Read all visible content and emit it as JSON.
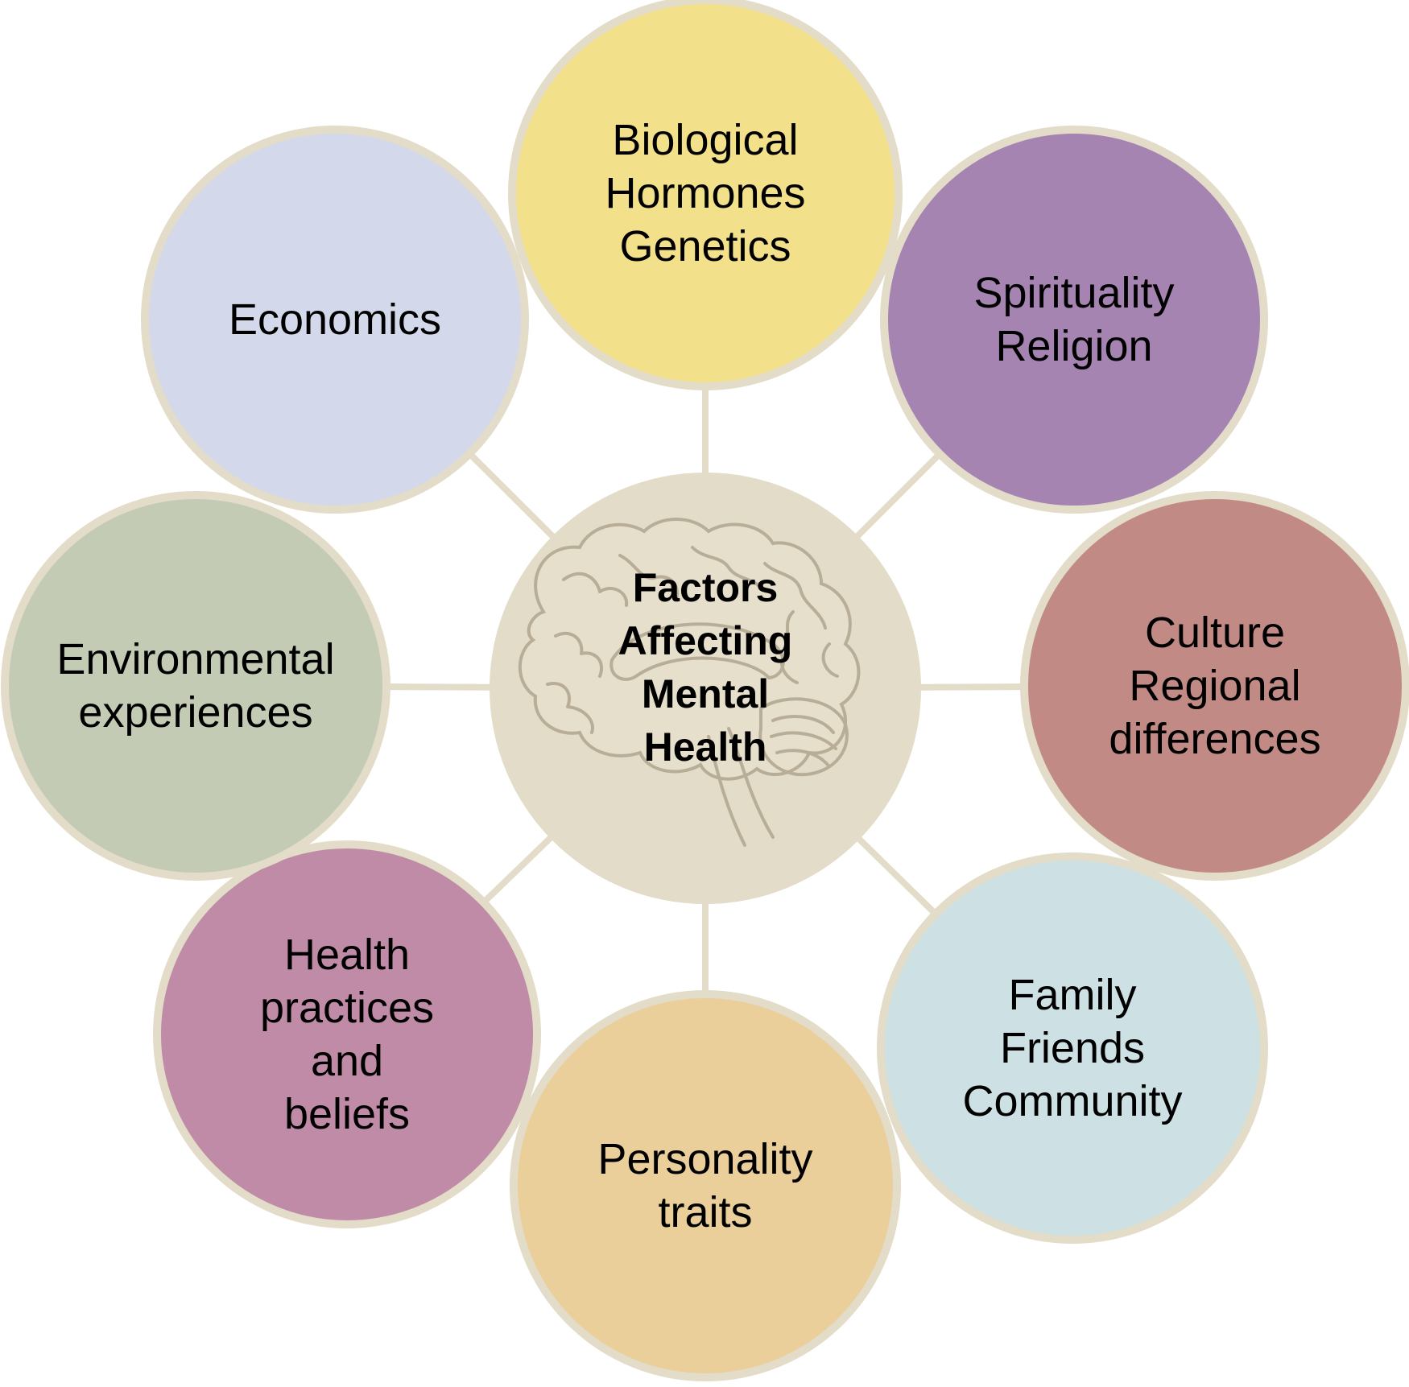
{
  "center": {
    "lines": [
      "Factors",
      "Affecting",
      "Mental",
      "Health"
    ],
    "icon": "brain-icon",
    "color": "#e2dcc8"
  },
  "nodes": [
    {
      "id": "biological",
      "lines": [
        "Biological",
        "Hormones",
        "Genetics"
      ],
      "color": "#f2e08a"
    },
    {
      "id": "spirituality",
      "lines": [
        "Spirituality",
        "Religion"
      ],
      "color": "#a584b2"
    },
    {
      "id": "culture",
      "lines": [
        "Culture",
        "Regional",
        "differences"
      ],
      "color": "#c18a84"
    },
    {
      "id": "family",
      "lines": [
        "Family",
        "Friends",
        "Community"
      ],
      "color": "#cde0e3"
    },
    {
      "id": "personality",
      "lines": [
        "Personality",
        "traits"
      ],
      "color": "#ebcf9b"
    },
    {
      "id": "health-practices",
      "lines": [
        "Health",
        "practices",
        "and",
        "beliefs"
      ],
      "color": "#bf8ba6"
    },
    {
      "id": "environmental",
      "lines": [
        "Environmental",
        "experiences"
      ],
      "color": "#c3cbb5"
    },
    {
      "id": "economics",
      "lines": [
        "Economics"
      ],
      "color": "#d3d9ea"
    }
  ],
  "colors": {
    "ring": "#e2dcc8",
    "text": "#000000"
  }
}
